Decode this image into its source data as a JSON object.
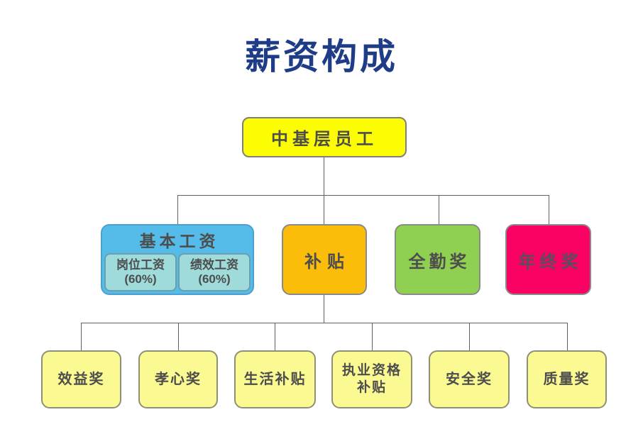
{
  "title": "薪资构成",
  "tree": {
    "root": {
      "label": "中基层员工"
    },
    "level2": [
      {
        "id": "basic-salary",
        "label": "基本工资",
        "children": [
          {
            "text": "岗位工资\n(60%)"
          },
          {
            "text": "绩效工资\n(60%)"
          }
        ]
      },
      {
        "id": "subsidy",
        "label": "补贴"
      },
      {
        "id": "full-attendance-award",
        "label": "全勤奖"
      },
      {
        "id": "year-end-award",
        "label": "年终奖"
      }
    ],
    "level3": [
      {
        "label": "效益奖"
      },
      {
        "label": "孝心奖"
      },
      {
        "label": "生活补贴"
      },
      {
        "label": "执业资格\n补贴"
      },
      {
        "label": "安全奖"
      },
      {
        "label": "质量奖"
      }
    ]
  },
  "colors": {
    "title_text": "#1E3C87",
    "root_fill": "#FCFC02",
    "basic_salary_fill": "#55BBE9",
    "basic_salary_sub_fill": "#9FDBDB",
    "subsidy_fill": "#FBBD09",
    "full_attendance_fill": "#8FCF52",
    "year_end_fill": "#FA0263",
    "leaf_fill": "#FAF992",
    "box_text": "#4D4D4D",
    "connector": "#5F5F5F"
  }
}
